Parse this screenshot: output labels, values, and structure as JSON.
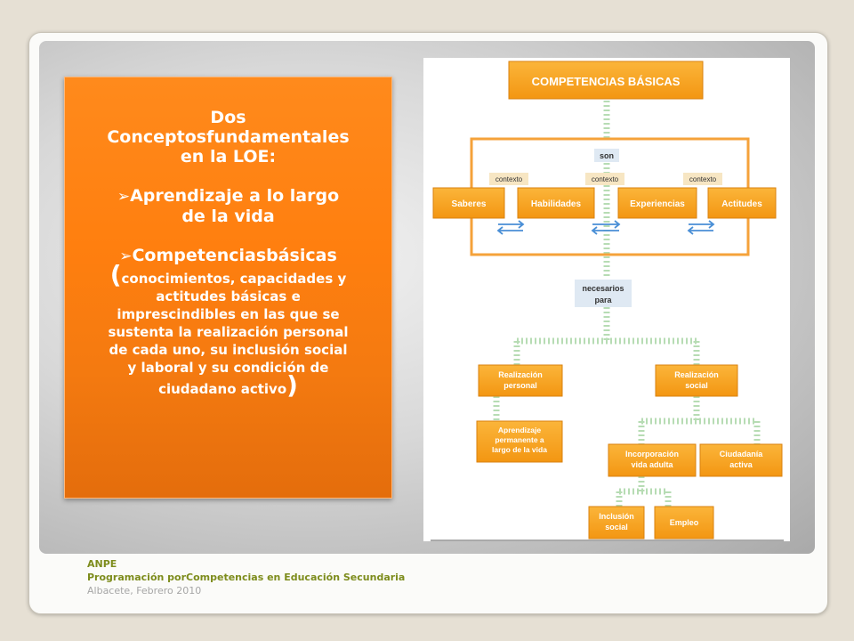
{
  "left_box": {
    "title_line1": "Dos",
    "title_line2": "Conceptosfundamentales",
    "title_line3": "en la LOE:",
    "bullet_glyph": "➢",
    "item1_line1": "Aprendizaje a lo largo",
    "item1_line2": "de la vida",
    "item2_heading": "Competenciasbásicas",
    "paren_open": "(",
    "paren_close": ")",
    "item2_l1": "conocimientos, capacidades y",
    "item2_l2": "actitudes básicas e",
    "item2_l3": "imprescindibles en las que se",
    "item2_l4": "sustenta la realización personal",
    "item2_l5": "de cada uno, su inclusión social",
    "item2_l6": "y laboral y su condición de",
    "item2_l7": "ciudadano activo"
  },
  "diagram": {
    "top": "COMPETENCIAS BÁSICAS",
    "son": "son",
    "contexto": "contexto",
    "saberes": "Saberes",
    "habilidades": "Habilidades",
    "experiencias": "Experiencias",
    "actitudes": "Actitudes",
    "necesarios": "necesarios",
    "para": "para",
    "real_personal_1": "Realización",
    "real_personal_2": "personal",
    "real_social_1": "Realización",
    "real_social_2": "social",
    "aprend_1": "Aprendizaje",
    "aprend_2": "permanente a",
    "aprend_3": "largo de la vida",
    "incorp_1": "Incorporación",
    "incorp_2": "vida adulta",
    "ciudad_1": "Ciudadanía",
    "ciudad_2": "activa",
    "inclusion_1": "Inclusión",
    "inclusion_2": "social",
    "empleo": "Empleo"
  },
  "footer": {
    "line1": "ANPE",
    "line2": "Programación porCompetencias en Educación Secundaria",
    "line3": "Albacete, Febrero 2010"
  },
  "colors": {
    "orange": "#ff7f0f",
    "diagram_orange": "#f7a11a",
    "connector_green": "#b7dcb4",
    "footer_green": "#7d8c1c"
  }
}
